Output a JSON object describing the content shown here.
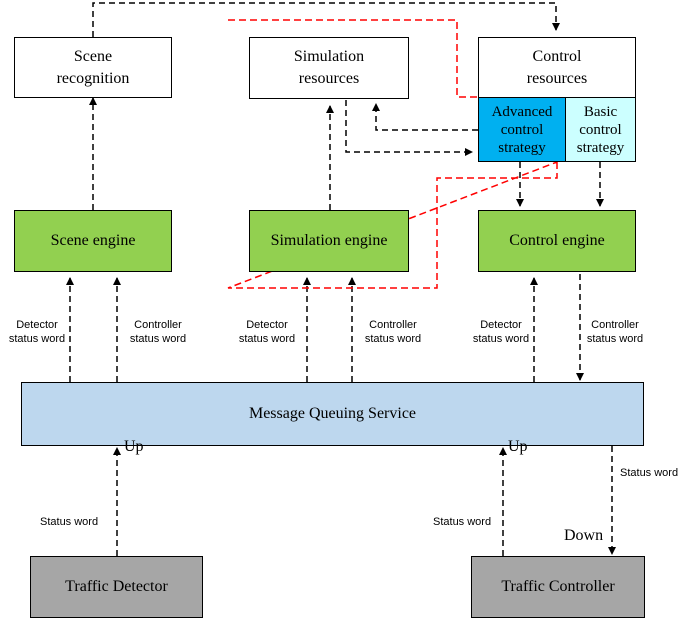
{
  "boxes": {
    "scene_recognition": "Scene\nrecognition",
    "simulation_resources": "Simulation\nresources",
    "control_resources": "Control\nresources",
    "advanced_strategy": "Advanced\ncontrol\nstrategy",
    "basic_strategy": "Basic\ncontrol\nstrategy",
    "scene_engine": "Scene engine",
    "simulation_engine": "Simulation engine",
    "control_engine": "Control engine",
    "message_queue": "Message Queuing Service",
    "traffic_detector": "Traffic Detector",
    "traffic_controller": "Traffic Controller"
  },
  "labels": {
    "detector_status": "Detector\nstatus word",
    "controller_status": "Controller\nstatus word",
    "status_word": "Status word",
    "up": "Up",
    "down": "Down"
  },
  "colors": {
    "engine": "#92d050",
    "queue": "#bdd7ee",
    "device": "#a6a6a6",
    "advanced": "#00b0f0",
    "basic": "#ccffff",
    "highlight": "#ff0000"
  }
}
